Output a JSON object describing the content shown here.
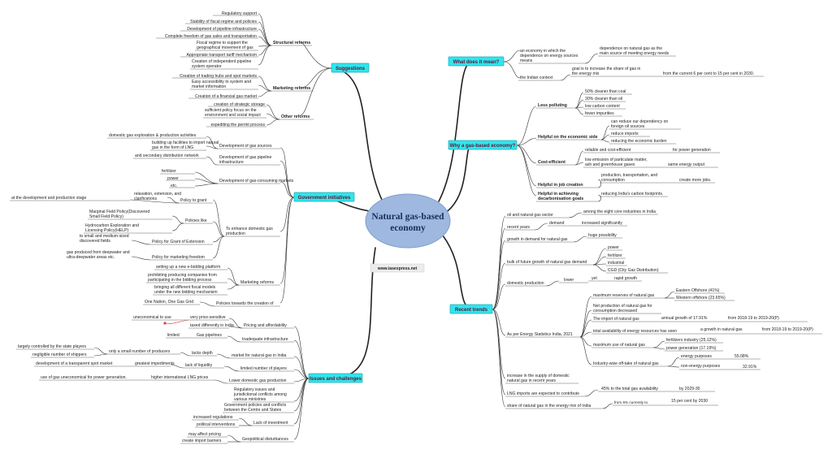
{
  "center": {
    "title_line1": "Natural gas-based",
    "title_line2": "economy",
    "website": "www.iasexpress.net"
  },
  "colors": {
    "key_box": "#2fe6ee",
    "center_fill": "#9fb8e0",
    "branch_line": "#222222"
  },
  "suggestions": {
    "label": "Suggestions",
    "structural": {
      "label": "Structural reforms",
      "items": [
        "Regulatory support",
        "Stability of fiscal regime and policies",
        "Development of pipeline infrastructure",
        "Complete freedom of gas sales and transportation",
        "Fiscal regime to support the",
        "geographical movement of gas",
        "Appropriate transport tariff mechanism",
        "Creation of independent pipeline",
        "system operator"
      ]
    },
    "marketing": {
      "label": "Marketing reforms",
      "items": [
        "Creation of trading hubs and spot markets",
        "Easy accessibility to system and",
        "market information",
        "Creation of a financial gas market"
      ]
    },
    "other": {
      "label": "Other reforms",
      "items": [
        "creation of strategic storage",
        "sufficient policy focus on the",
        "environment and social impact",
        "expediting the permit process"
      ]
    }
  },
  "government": {
    "label": "Government initiatives",
    "exploration": {
      "label": "Development of gas sources",
      "items": [
        "domestic gas exploration & production activities",
        "building up facilities to import natural",
        "gas in the form of LNG"
      ]
    },
    "pipeline": {
      "label_l1": "Development of gas pipeline",
      "label_l2": "infrastructure",
      "item": "and secondary distribution network"
    },
    "consuming": {
      "label": "Development of gas-consuming markets",
      "items": [
        "fertilizer",
        "power",
        "etc."
      ]
    },
    "promote": {
      "label_l1": "To enhance domestic gas",
      "label_l2": "production",
      "grant": {
        "label": "Policy to grant",
        "items": [
          "relaxation, extension, and",
          "clarifications",
          "at the development and production stage"
        ]
      },
      "likes": {
        "label": "Policies like",
        "items": [
          "Marginal Field Policy(Discovered",
          "Small Field Policy)",
          "Hydrocarbon Exploration and",
          "Licensing Policy(HELP)"
        ]
      },
      "extension": {
        "label": "Policy for Grant of Extension",
        "items": [
          "to small and medium-sized",
          "discovered fields"
        ]
      },
      "marketing_freedom": {
        "label": "Policy for marketing freedom",
        "items": [
          "gas produced from deepwater and",
          "ultra-deepwater areas etc."
        ]
      }
    },
    "marketing": {
      "label": "Marketing reforms",
      "items": [
        "setting up a new e-bidding platform",
        "prohibiting producing companies from",
        "participating in the bidding process",
        "bringing all different fiscal models",
        "under the new bidding mechanism"
      ]
    },
    "grid": {
      "label": "Policies towards the creation of",
      "item": "One Nation, One Gas Grid"
    }
  },
  "issues": {
    "label": "Issues and challenges",
    "pricing": {
      "label": "Pricing and affordability",
      "items": [
        "uneconomical to use",
        "very price-sensitive",
        "taxed differently in India"
      ]
    },
    "infra": {
      "label": "Inadequate infrastructure",
      "items": [
        "limited",
        "Gas pipelines"
      ]
    },
    "market": {
      "label": "market for natural gas in India",
      "items": [
        "lacks depth",
        "only a small number of producers",
        "largely controlled by the state players",
        "negligible number of shippers"
      ]
    },
    "players": {
      "label": "limited number of players",
      "items": [
        "lack of liquidity",
        "greatest impediments",
        "development of a transparent spot market"
      ]
    },
    "lower": {
      "label": "Lower domestic gas production",
      "items": [
        "higher international LNG prices",
        "use of gas uneconomical for power generation."
      ]
    },
    "regulatory": {
      "items": [
        "Regulatory issues and",
        "jurisdictional conflicts among",
        "various ministries"
      ]
    },
    "conflicts": {
      "items": [
        "Government policies and conflicts",
        "between the Centre and States"
      ]
    },
    "investment": {
      "label": "Lack of investment",
      "items": [
        "increased regulations",
        "political interventions"
      ]
    },
    "geo": {
      "label": "Geopolitical disturbances",
      "items": [
        "may affect pricing",
        "create import barriers"
      ]
    }
  },
  "meaning": {
    "label": "What does it mean?",
    "economy": {
      "label_l1": "an economy in which the",
      "label_l2": "dependence on energy sources",
      "label_l3": "means",
      "detail_l1": "dependence on natural gas as the",
      "detail_l2": "main source of meeting energy needs"
    },
    "indian": {
      "label": "the Indian context",
      "detail_l1": "goal is to increase the share of gas in",
      "detail_l2": "the energy mix",
      "detail_l3": "from the current 6 per cent to 15 per cent in 2030."
    }
  },
  "why": {
    "label": "Why a gas-based economy?",
    "polluting": {
      "label": "Less polluting",
      "items": [
        "50% cleaner than coal",
        "30% cleaner than oil",
        "low carbon content",
        "fewer impurities"
      ]
    },
    "economic": {
      "label": "Helpful on the economic side",
      "items": [
        "can reduce our dependency on",
        "foreign oil sources",
        "reduce imports",
        "reducing the economic burden"
      ]
    },
    "cost": {
      "label": "Cost-efficient",
      "items": [
        "reliable and cost-efficient",
        "for power generation",
        "low emission of particulate matter,",
        "ash and greenhouse gases",
        "same energy output"
      ]
    },
    "job": {
      "label": "Helpful in job creation",
      "items": [
        "production, transportation, and",
        "consumption",
        "create more jobs."
      ]
    },
    "decarb": {
      "label_l1": "Helpful in achieving",
      "label_l2": "decarbonisation goals",
      "item": "reducing India's carbon footprints."
    }
  },
  "trends": {
    "label": "Recent trends",
    "sector": {
      "label": "oil and natural gas sector",
      "item": "among the eight core industries in India"
    },
    "recent": {
      "label": "recent years",
      "demand": "demand",
      "increase": "increased significantly"
    },
    "growth": {
      "label": "growth in demand for natural gas",
      "item": "huge possibility"
    },
    "bulk": {
      "label": "bulk of future growth of natural gas demand",
      "items": [
        "power",
        "fertilizer",
        "industrial",
        "CGD (City Gas Distribution)"
      ]
    },
    "domestic": {
      "label": "domestic production",
      "lower": "lower",
      "yet": "yet",
      "rapid": "rapid growth"
    },
    "stats": {
      "label": "As per Energy Statistics India, 2021",
      "reserves": {
        "label": "maximum reserves of natural gas",
        "items": [
          "Eastern Offshore (41%)",
          "Western offshore (23.65%)"
        ]
      },
      "net": {
        "label_l1": "Net production of natural gas for",
        "label_l2": "consumption decreased"
      },
      "import": {
        "label": "The import of natural gas",
        "growth": "annual growth of 17.91%",
        "period": "from 2018-19 to 2019-20(P)"
      },
      "availability": {
        "label": "total availability of energy resources has seen",
        "growth": "a growth in natural gas",
        "period": "from 2018-19 to 2019-20(P)"
      },
      "use": {
        "label": "maximum use of natural gas",
        "items": [
          "fertilizers industry (25.12%)",
          "power generation (17.19%)"
        ]
      },
      "offtake": {
        "label": "Industry-wise off-take of natural gas",
        "items": [
          "energy purposes",
          "55.08%",
          "non-energy purposes",
          "32.91%"
        ]
      }
    },
    "supply": {
      "label_l1": "increase in the supply of domestic",
      "label_l2": "natural gas in recent years"
    },
    "lng": {
      "label": "LNG imports are expected to contribute",
      "share": "45% to the total gas availability",
      "year": "by 2029-30"
    },
    "share": {
      "label": "share of natural gas in the energy mix of India",
      "from": "from 6% currently to",
      "target": "15 per cent by 2030"
    }
  }
}
